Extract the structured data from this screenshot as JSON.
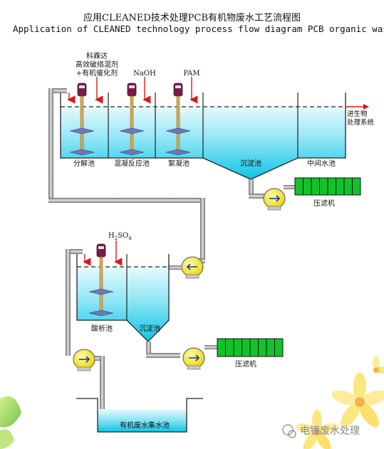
{
  "title_cn": "应用CLEANED技术处理PCB有机物废水工艺流程图",
  "title_en": "Application of CLEANED technology process flow diagram PCB organic wastewater",
  "reagents": {
    "kelinda_1": "科霖达",
    "kelinda_2": "高效破络混剂",
    "kelinda_3": "+有机催化剂",
    "naoh": "NaOH",
    "pam": "PAM",
    "h2so4_main": "H",
    "h2so4_sub1": "2",
    "h2so4_mid": "SO",
    "h2so4_sub2": "4"
  },
  "upper_line": {
    "tank_decompose": "分解池",
    "tank_coag_react": "混凝反应池",
    "tank_floc": "絮凝池",
    "tank_settle": "沉淀池",
    "tank_middle": "中间水池",
    "to_bio_1": "进生物",
    "to_bio_2": "处理系统",
    "filter_press": "压滤机"
  },
  "lower_line": {
    "tank_acid": "酸析池",
    "tank_settle": "沉淀池",
    "filter_press": "压滤机",
    "collect_tank": "有机废水集水池"
  },
  "watermark": "电镀废水处理",
  "colors": {
    "water_top": "#d9f6fc",
    "water_bottom": "#0fc6e6",
    "pipe": "#9a9a9a",
    "arrow": "#d61a1a",
    "pump": "#f4e72a",
    "filter_press": "#12c22a",
    "motor": "#7b1a4a"
  }
}
